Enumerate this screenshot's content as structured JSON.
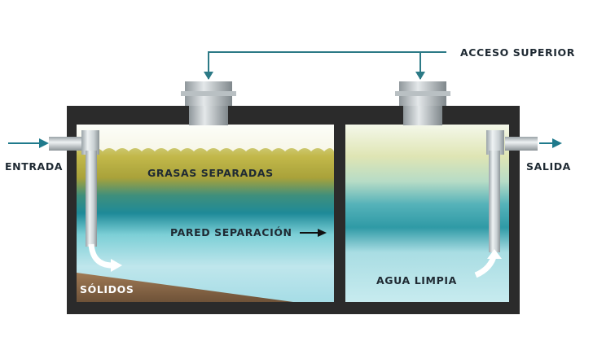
{
  "labels": {
    "top_access": "ACCESO SUPERIOR",
    "inlet": "ENTRADA",
    "outlet": "SALIDA",
    "grease": "GRASAS SEPARADAS",
    "wall": "PARED SEPARACIÓN",
    "solids": "SÓLIDOS",
    "clean_water": "AGUA LIMPIA"
  },
  "colors": {
    "tank_wall": "#2b2b2b",
    "grease_layer": "#b8ad3a",
    "water_light": "#bfe6ec",
    "water_teal": "#2f93a0",
    "sludge": "#8a6a4a",
    "flow_arrow": "#1f7a8c",
    "label_text": "#1f2a33"
  },
  "icons": {
    "inlet_arrow": "arrow-right-icon",
    "outlet_arrow": "arrow-right-icon",
    "wall_pointer": "arrow-right-icon",
    "access_arrows": "arrow-down-icon"
  }
}
